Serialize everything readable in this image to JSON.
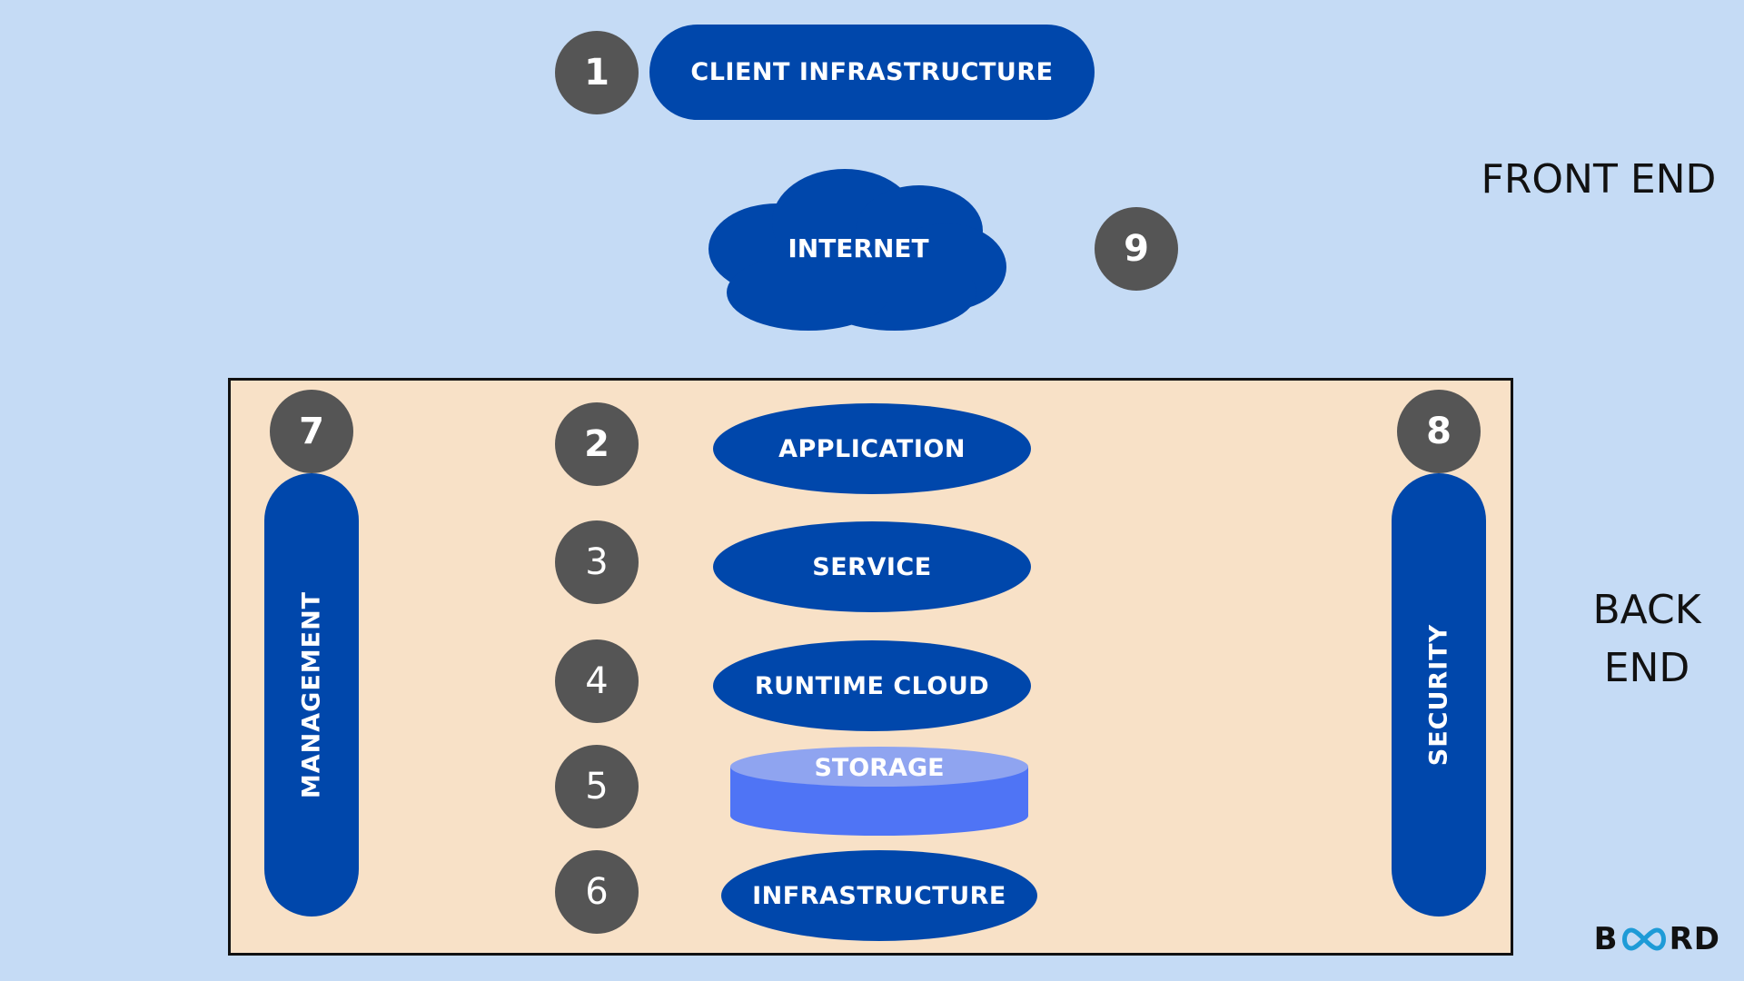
{
  "front_end": {
    "client_number": "1",
    "client_label": "CLIENT INFRASTRUCTURE",
    "internet_label": "INTERNET",
    "internet_number": "9",
    "side_label": "FRONT END"
  },
  "back_end": {
    "side_label_line1": "BACK",
    "side_label_line2": "END",
    "management": {
      "number": "7",
      "label": "MANAGEMENT"
    },
    "security": {
      "number": "8",
      "label": "SECURITY"
    },
    "layers": [
      {
        "number": "2",
        "label": "APPLICATION"
      },
      {
        "number": "3",
        "label": "SERVICE"
      },
      {
        "number": "4",
        "label": "RUNTIME CLOUD"
      },
      {
        "number": "5",
        "label": "STORAGE"
      },
      {
        "number": "6",
        "label": "INFRASTRUCTURE"
      }
    ]
  },
  "logo": {
    "text_start": "B",
    "text_end": "RD"
  },
  "colors": {
    "background": "#c5dbf5",
    "accent_blue": "#0047ab",
    "number_circle": "#555555",
    "backend_panel": "#f8e1c7",
    "storage_top": "#8fa4f0",
    "storage_body": "#4f74f5",
    "logo_infinity": "#1e9bd7"
  }
}
